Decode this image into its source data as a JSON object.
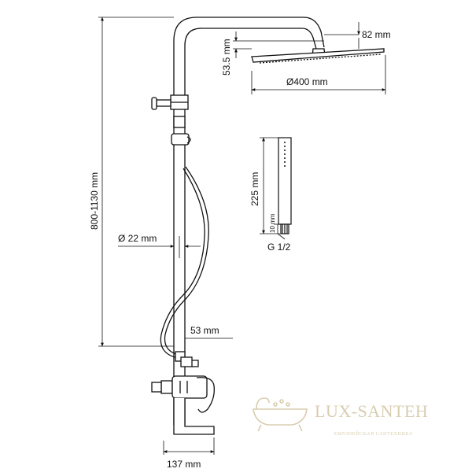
{
  "dimensions": {
    "head_offset": "82 mm",
    "head_thickness": "53.5 mm",
    "head_diameter": "Ø400 mm",
    "height_range": "800-1130 mm",
    "pipe_diameter": "Ø 22 mm",
    "mixer_offset": "53 mm",
    "spout_length": "137 mm",
    "hand_shower_length": "225 mm",
    "hand_shower_base": "10 mm",
    "thread": "G 1/2"
  },
  "watermark": {
    "brand": "LUX-SANTEH",
    "tagline": "ЕВРОПЕЙСКАЯ САНТЕХНИКА",
    "color": "#d9cdb0"
  }
}
